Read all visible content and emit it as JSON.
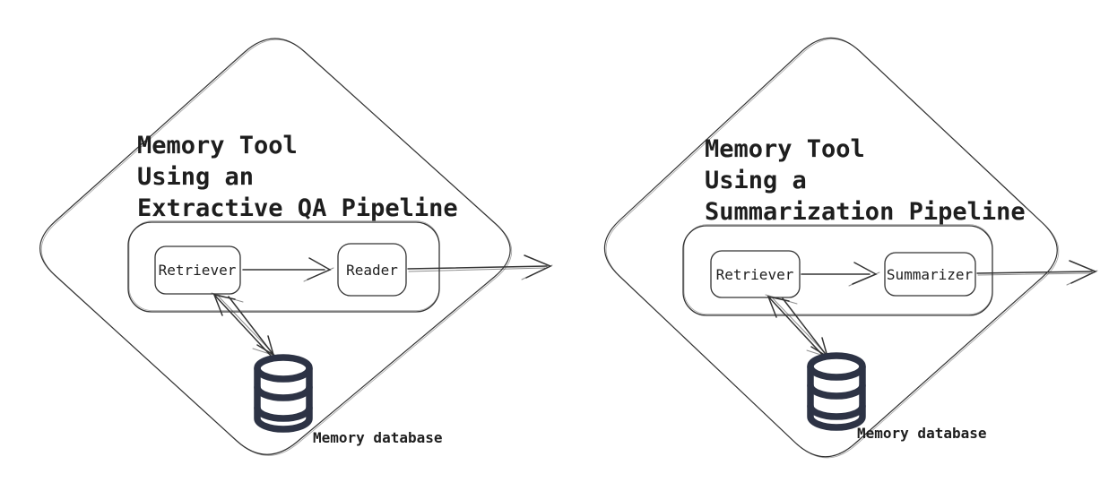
{
  "colors": {
    "line": "#333333",
    "text": "#1e1e1e",
    "database_icon": "#2d3345",
    "background": "#ffffff"
  },
  "diagrams": [
    {
      "id": "extractive-qa",
      "title_lines": [
        "Memory Tool",
        "Using an",
        "Extractive QA Pipeline"
      ],
      "nodes": {
        "retriever": "Retriever",
        "reader": "Reader"
      },
      "database_label": "Memory database"
    },
    {
      "id": "summarization",
      "title_lines": [
        "Memory Tool",
        "Using a",
        "Summarization Pipeline"
      ],
      "nodes": {
        "retriever": "Retriever",
        "summarizer": "Summarizer"
      },
      "database_label": "Memory database"
    }
  ]
}
